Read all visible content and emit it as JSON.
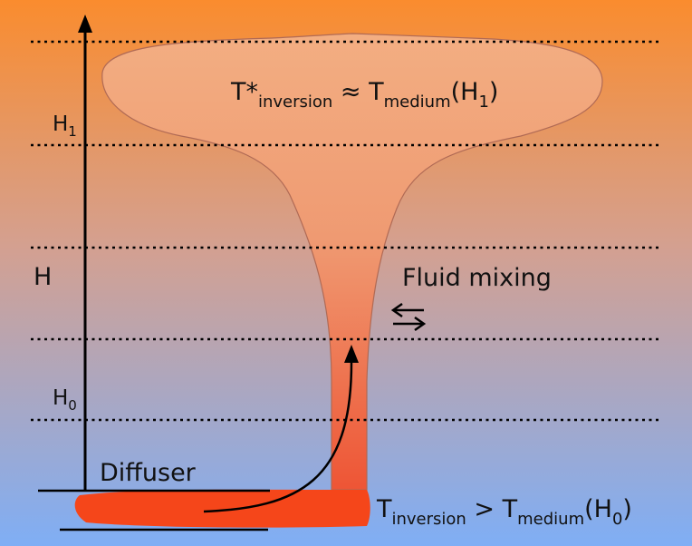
{
  "labels": {
    "axis_label": "H",
    "h1_main": "H",
    "h1_sub": "1",
    "h0_main": "H",
    "h0_sub": "0",
    "diffuser": "Diffuser",
    "fluid_mixing": "Fluid mixing",
    "top_formula": {
      "p1": "T*",
      "p2": "inversion",
      "p3": " ≈ T",
      "p4": "medium",
      "p5": "(H",
      "p6": "1",
      "p7": ")"
    },
    "bottom_formula": {
      "p1": "T",
      "p2": "inversion",
      "p3": " > T",
      "p4": "medium",
      "p5": "(H",
      "p6": "0",
      "p7": ")"
    }
  },
  "colors": {
    "background_top": "#FA8C2E",
    "background_bottom": "#7FAEF5",
    "plume_top": "#F3AE82",
    "plume_bottom": "#EE5535",
    "diffuser_fluid": "#F5461A",
    "line": "#000000"
  },
  "icons": {
    "exchange": "double-arrow-exchange-icon",
    "flow": "curved-flow-arrow-icon",
    "axis": "vertical-axis-arrow-icon"
  }
}
